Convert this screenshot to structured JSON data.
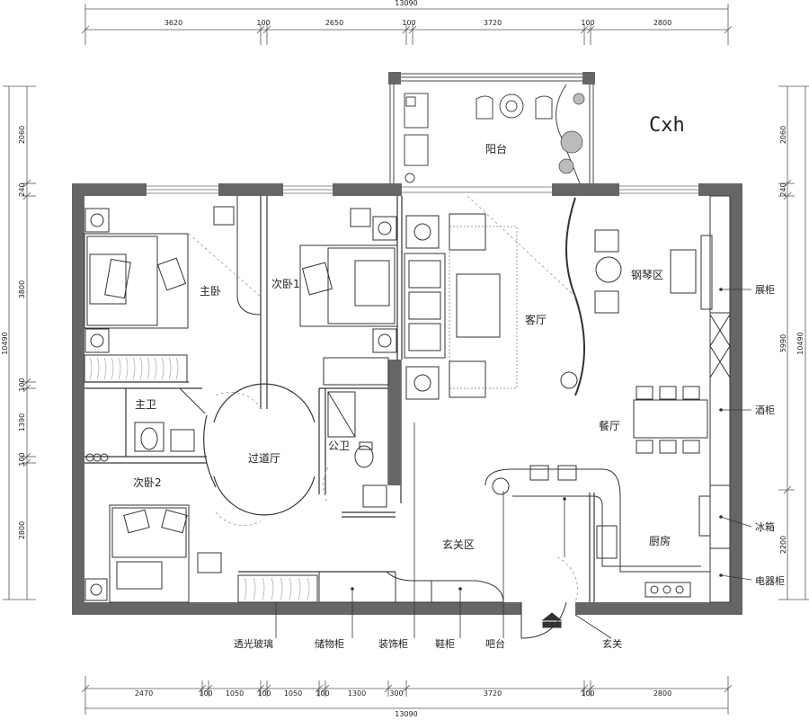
{
  "dims": {
    "top_total": "13090",
    "top": [
      "3620",
      "100",
      "2650",
      "100",
      "3720",
      "100",
      "2800"
    ],
    "bottom": [
      "2470",
      "100",
      "1050",
      "100",
      "1050",
      "100",
      "1300",
      "300",
      "3720",
      "100",
      "2800"
    ],
    "bottom_total": "13090",
    "left": [
      "2060",
      "240",
      "3800",
      "100",
      "1390",
      "100",
      "2800"
    ],
    "left_total": "10490",
    "right": [
      "2060",
      "240",
      "5990",
      "2200"
    ],
    "right_total": "10490"
  },
  "rooms": {
    "master": "主卧",
    "bed1": "次卧1",
    "bed2": "次卧2",
    "master_bath": "主卫",
    "public_bath": "公卫",
    "hall": "过道厅",
    "balcony": "阳台",
    "living": "客厅",
    "piano": "钢琴区",
    "dining": "餐厅",
    "kitchen": "厨房",
    "foyer": "玄关区"
  },
  "annotations": {
    "display": "展柜",
    "wine": "酒柜",
    "fridge": "冰箱",
    "appliance": "电器柜",
    "glass": "透光玻璃",
    "storage": "储物柜",
    "decor": "装饰柜",
    "shoe": "鞋柜",
    "bar": "吧台",
    "entry": "玄关"
  },
  "signature": "Cxh",
  "colors": {
    "wall": "#666666",
    "line": "#333333",
    "dashed": "#999999"
  }
}
